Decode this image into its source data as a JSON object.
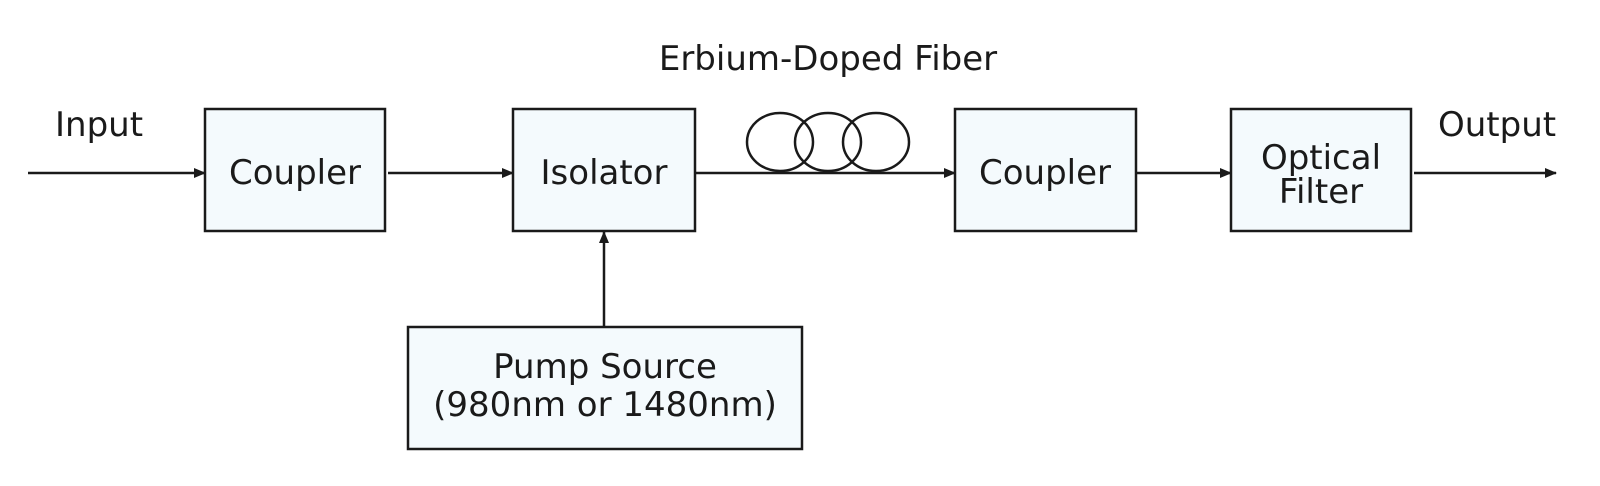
{
  "diagram": {
    "input_label": "Input",
    "output_label": "Output",
    "fiber_label": "Erbium-Doped Fiber",
    "blocks": {
      "coupler_1": {
        "label": "Coupler"
      },
      "isolator": {
        "label": "Isolator"
      },
      "coupler_2": {
        "label": "Coupler"
      },
      "optical_filter": {
        "line1": "Optical",
        "line2": "Filter"
      },
      "pump_source": {
        "line1": "Pump Source",
        "line2": "(980nm or 1480nm)"
      }
    },
    "colors": {
      "block_fill": "#f4fafd",
      "stroke": "#1a1a1a"
    }
  }
}
